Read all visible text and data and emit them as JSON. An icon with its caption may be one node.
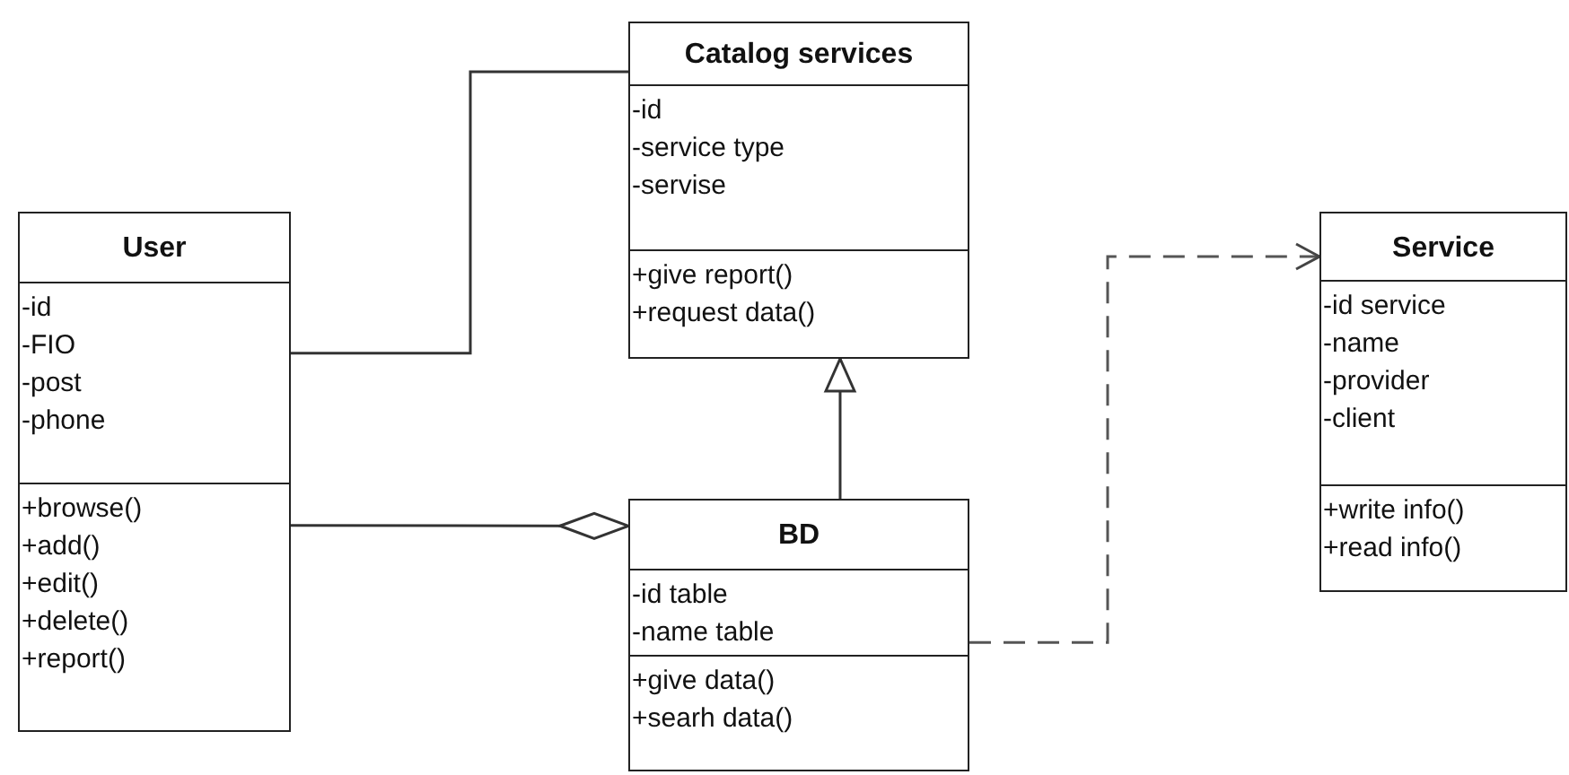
{
  "diagram": {
    "nodes": [
      {
        "text": [
          "User"
        ]
      },
      {
        "text": [
          "-id",
          "-FIO",
          "-post",
          "-phone"
        ],
        "in": 0
      },
      {
        "text": [
          "+browse()",
          "+add()",
          "+edit()",
          "+delete()",
          "+report()"
        ],
        "in": 0
      },
      {
        "text": [
          "Catalog services"
        ]
      },
      {
        "text": [
          "-id",
          "-service type",
          "-servise"
        ],
        "in": 3
      },
      {
        "text": [
          "+give report()",
          "+request data()"
        ],
        "in": 3
      },
      {
        "text": [
          "BD"
        ]
      },
      {
        "text": [
          "-id table",
          "-name table"
        ],
        "in": 6
      },
      {
        "text": [
          "+give data()",
          "+searh data()"
        ],
        "in": 6
      },
      {
        "text": [
          "Service"
        ]
      },
      {
        "text": [
          "-id service",
          "-name",
          "-provider",
          "-client"
        ],
        "in": 9
      },
      {
        "text": [
          "+write info()",
          "+read info()"
        ],
        "in": 9
      }
    ],
    "edges": [
      {
        "from": 0,
        "to": 3,
        "arrow": "none"
      },
      {
        "from": 6,
        "to": 3,
        "arrow": "to"
      },
      {
        "from": 0,
        "to": 6,
        "arrow": "other"
      },
      {
        "from": 6,
        "to": 9,
        "arrow": "to",
        "style": "dashed"
      }
    ]
  }
}
